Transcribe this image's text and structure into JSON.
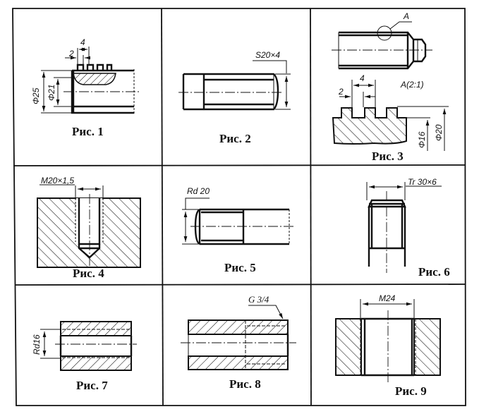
{
  "title": "Thread designations on drawings",
  "figures": [
    {
      "id": 1,
      "caption": "Рис. 1",
      "dims": [
        "4",
        "2",
        "Φ25",
        "Φ21"
      ]
    },
    {
      "id": 2,
      "caption": "Рис. 2",
      "dims": [
        "S20×4"
      ]
    },
    {
      "id": 3,
      "caption": "Рис. 3",
      "dims": [
        "A",
        "A(2:1)",
        "4",
        "2",
        "Φ16",
        "Φ20"
      ]
    },
    {
      "id": 4,
      "caption": "Рис. 4",
      "dims": [
        "M20×1,5"
      ]
    },
    {
      "id": 5,
      "caption": "Рис. 5",
      "dims": [
        "Rd 20"
      ]
    },
    {
      "id": 6,
      "caption": "Рис. 6",
      "dims": [
        "Tr 30×6"
      ]
    },
    {
      "id": 7,
      "caption": "Рис. 7",
      "dims": [
        "Rd16"
      ]
    },
    {
      "id": 8,
      "caption": "Рис. 8",
      "dims": [
        "G 3/4"
      ]
    },
    {
      "id": 9,
      "caption": "Рис. 9",
      "dims": [
        "M24"
      ]
    }
  ]
}
